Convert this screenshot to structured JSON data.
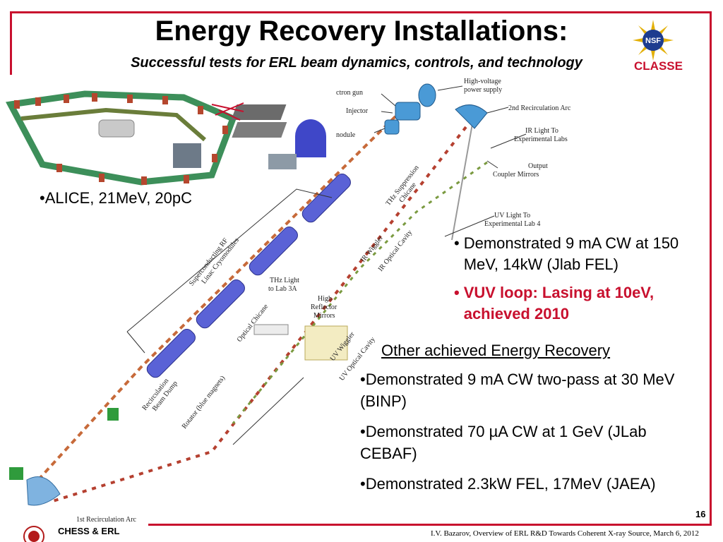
{
  "header": {
    "title": "Energy Recovery Installations:",
    "subtitle": "Successful tests for ERL beam dynamics, controls, and technology"
  },
  "logos": {
    "nsf_text": "NSF",
    "classe_text": "CLASSE"
  },
  "colors": {
    "accent": "#c8102e",
    "frame": "#c8102e"
  },
  "alice": {
    "label": "•ALICE, 21MeV, 20pC"
  },
  "diagram_labels": {
    "electron_gun": "ctron gun",
    "injector": "Injector",
    "module": "nodule",
    "hv_supply_1": "High-voltage",
    "hv_supply_2": "power supply",
    "recirc2": "2nd Recirculation Arc",
    "ir_light_1": "IR Light To",
    "ir_light_2": "Experimental Labs",
    "output_1": "Output",
    "output_2": "Coupler Mirrors",
    "uv_light_1": "UV Light To",
    "uv_light_2": "Experimental Lab 4",
    "thz_chicane_1": "THz Suppression",
    "thz_chicane_2": "Chicane",
    "ir_wiggler": "IR Wiggler",
    "ir_cavity": "IR Optical Cavity",
    "srf_1": "Superconducting RF",
    "srf_2": "Linac Cryomodules",
    "thz_light_1": "THz Light",
    "thz_light_2": "to Lab 3A",
    "high_refl_1": "High",
    "high_refl_2": "Reflector",
    "high_refl_3": "Mirrors",
    "optical_chicane": "Optical Chicane",
    "uv_wiggler": "UV Wiggler",
    "uv_cavity": "UV Optical Cavity",
    "recirc_dump_1": "Recirculation",
    "recirc_dump_2": "Beam Dump",
    "rotator": "Rotator (blue magnets)",
    "recirc1": "1st Recirculation Arc"
  },
  "jlab": {
    "bullet1": "Demonstrated 9 mA CW at 150 MeV, 14kW (Jlab FEL)",
    "bullet2": "VUV loop: Lasing at 10eV, achieved 2010"
  },
  "other": {
    "heading": "Other achieved Energy Recovery",
    "items": [
      "•Demonstrated 9 mA CW two-pass at 30 MeV (BINP)",
      "•Demonstrated 70 µA CW at 1 GeV (JLab CEBAF)",
      "•Demonstrated 2.3kW FEL, 17MeV (JAEA)"
    ]
  },
  "footer": {
    "page": "16",
    "org": "CHESS & ERL",
    "citation": "I.V. Bazarov, Overview of ERL R&D Towards Coherent X-ray Source,  March 6, 2012"
  }
}
